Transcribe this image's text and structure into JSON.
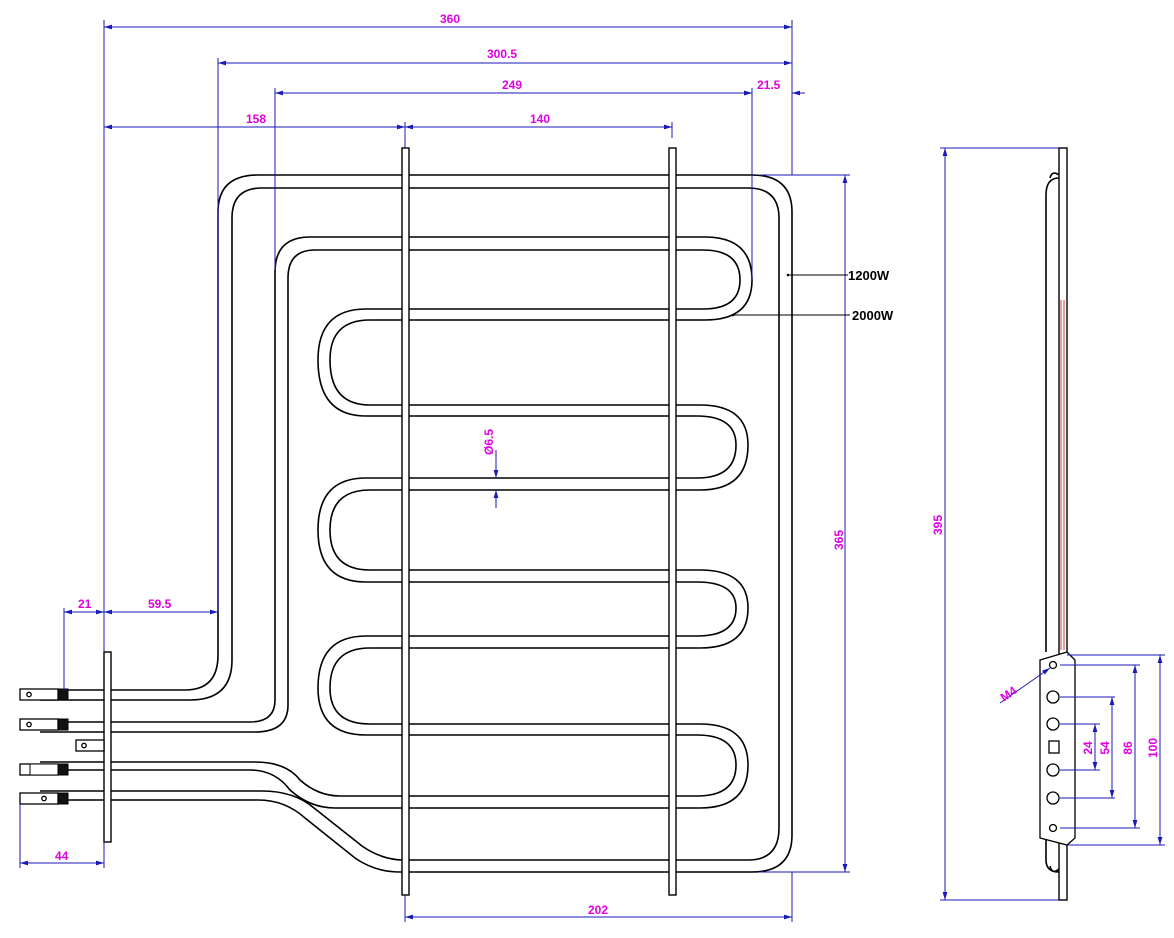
{
  "dimensions": {
    "overall_width": "360",
    "outer_loop_width": "300.5",
    "inner_loop_width": "249",
    "right_offset": "21.5",
    "left_to_bar": "158",
    "bar_spacing": "140",
    "terminal_offset": "21",
    "terminal_to_loop": "59.5",
    "terminal_length": "44",
    "bottom_span": "202",
    "element_height": "365",
    "total_height": "395",
    "tube_diameter": "Ø6.5",
    "thread": "M4",
    "hole_24": "24",
    "hole_54": "54",
    "hole_86": "86",
    "hole_100": "100"
  },
  "labels": {
    "power_outer": "1200W",
    "power_inner": "2000W"
  },
  "colors": {
    "dimension_line": "#1a1ab4",
    "dimension_text": "#e000e0",
    "outline": "#000000"
  }
}
